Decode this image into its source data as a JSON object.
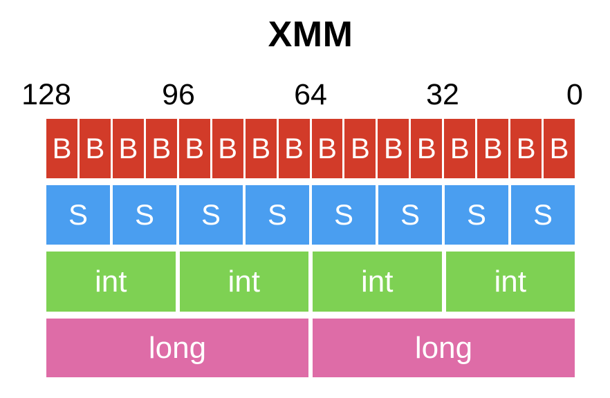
{
  "title": "XMM",
  "bit_labels": [
    "128",
    "96",
    "64",
    "32",
    "0"
  ],
  "rows": [
    {
      "name": "byte-row",
      "cell_label": "B",
      "count": 16,
      "color": "#d23b29"
    },
    {
      "name": "short-row",
      "cell_label": "S",
      "count": 8,
      "color": "#4a9ef0"
    },
    {
      "name": "int-row",
      "cell_label": "int",
      "count": 4,
      "color": "#7ed153"
    },
    {
      "name": "long-row",
      "cell_label": "long",
      "count": 2,
      "color": "#de6ca7"
    }
  ],
  "colors": {
    "background": "#ffffff",
    "cell_text": "#ffffff",
    "label_text": "#000000"
  }
}
